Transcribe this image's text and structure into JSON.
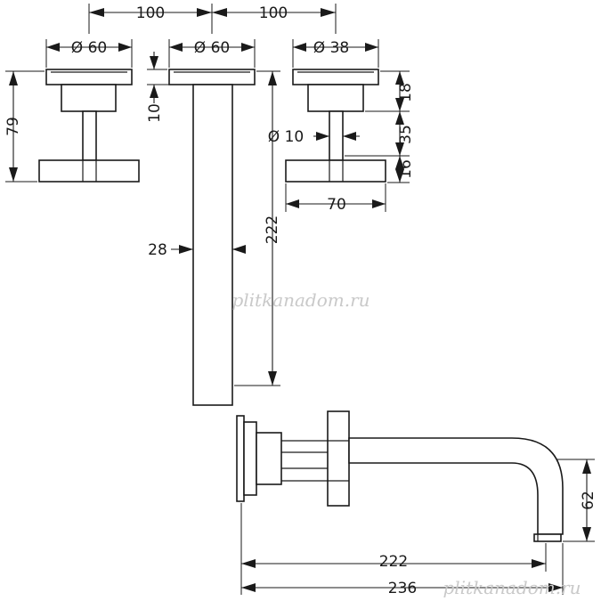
{
  "dimensions": {
    "handle_spacing_left": "100",
    "handle_spacing_right": "100",
    "left_handle_diameter": "Ø 60",
    "spout_diameter": "Ø 60",
    "right_handle_diameter": "Ø 38",
    "handle_height": "79",
    "rosette_depth": "10",
    "body_length": "222",
    "body_width": "28",
    "stem_diameter": "Ø 10",
    "right_top": "18",
    "right_middle": "35",
    "right_bottom": "16",
    "lever_width": "70",
    "spout_drop": "62",
    "spout_projection": "222",
    "overall_projection": "236"
  },
  "watermarks": {
    "center": "plitkanadom.ru",
    "bottom": "plitkanadom.ru"
  }
}
